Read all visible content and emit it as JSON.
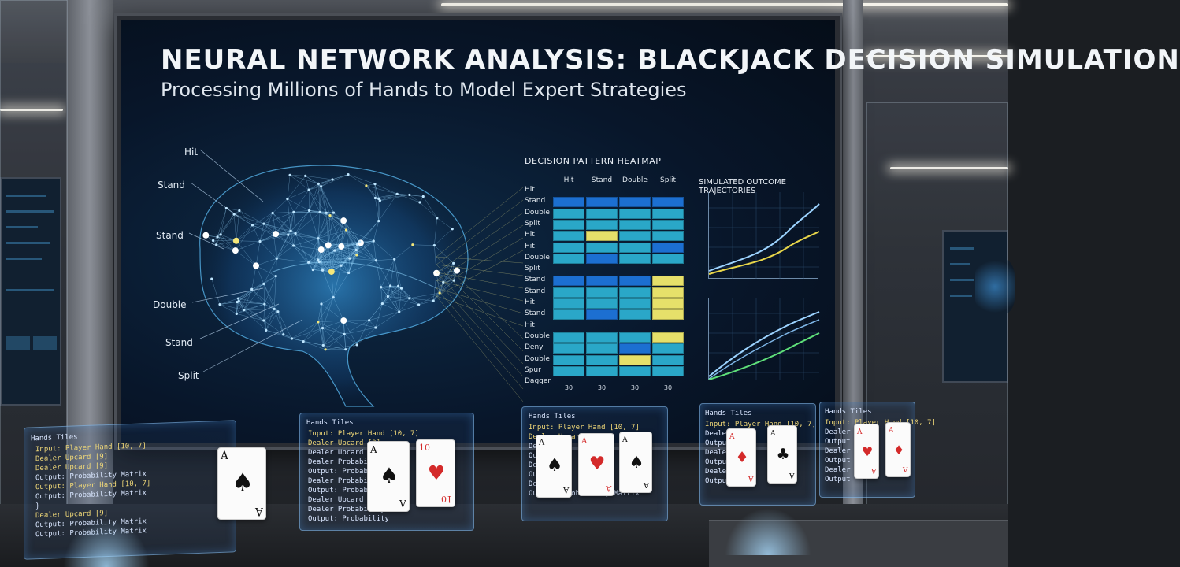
{
  "title": "NEURAL NETWORK ANALYSIS: BLACKJACK DECISION SIMULATION",
  "subtitle": "Processing Millions of Hands to Model Expert Strategies",
  "brain_labels": [
    "Hit",
    "Stand",
    "Stand",
    "Double",
    "Stand",
    "Split"
  ],
  "heatmap": {
    "title": "DECISION PATTERN HEATMAP",
    "columns": [
      "Hit",
      "Stand",
      "Double",
      "Split"
    ],
    "rows": [
      "Hit",
      "Stand",
      "Double",
      "Split",
      "Hit",
      "Hit",
      "Double",
      "Split",
      "Stand",
      "Stand",
      "Hit",
      "Stand",
      "Hit",
      "Double",
      "Deny",
      "Double",
      "Spur",
      "Dagger"
    ],
    "bottom_values": [
      "30",
      "30",
      "30",
      "30"
    ],
    "colors": {
      "low": "#1c6fd1",
      "mid": "#2aa7c8",
      "high": "#e6e06a"
    }
  },
  "trajectories": {
    "title": "SIMULATED OUTCOME TRAJECTORIES",
    "series_colors": [
      "#9cd3ff",
      "#e8d64a",
      "#5fe07a"
    ]
  },
  "holo_panels": [
    {
      "header": "Hands Tiles",
      "lines": [
        "Input: Player Hand [10, 7]",
        "Dealer Upcard [9]",
        "Dealer Upcard [9]",
        "Output: Probability Matrix",
        "Output: Player Hand [10, 7]",
        "Output: Probability Matrix",
        "}",
        "Dealer Upcard [9]",
        "Output: Probability Matrix",
        "Output: Probability Matrix"
      ]
    },
    {
      "header": "Hands Tiles",
      "lines": [
        "Input: Player Hand [10, 7]",
        "Dealer Upcard [9]",
        "Dealer Upcard",
        "Dealer Probability",
        "Output: Probability",
        "Dealer Probability",
        "Output: Probability",
        "Dealer Upcard",
        "Dealer Probability",
        "Output: Probability"
      ]
    },
    {
      "header": "Hands Tiles",
      "lines": [
        "Input: Player Hand [10, 7]",
        "Dealer Upcard [9]",
        "Dealer",
        "Output",
        "Dealer",
        "Output",
        "Dealer",
        "Output: Probability Matrix"
      ]
    },
    {
      "header": "Hands Tiles",
      "lines": [
        "Input: Player Hand [10, 7]",
        "Dealer",
        "Output",
        "Dealer",
        "Output",
        "Dealer",
        "Output"
      ]
    },
    {
      "header": "Hands Tiles",
      "lines": [
        "Input: Player Hand [10, 7]",
        "Dealer",
        "Output",
        "Dealer",
        "Output",
        "Dealer",
        "Output"
      ]
    }
  ],
  "cards": [
    {
      "rank": "A",
      "suit": "♠",
      "color": "black"
    },
    {
      "rank": "A",
      "suit": "♠",
      "color": "black"
    },
    {
      "rank": "10",
      "suit": "♥",
      "color": "red"
    },
    {
      "rank": "A",
      "suit": "♠",
      "color": "black"
    },
    {
      "rank": "A",
      "suit": "♥",
      "color": "red"
    },
    {
      "rank": "A",
      "suit": "♠",
      "color": "black"
    },
    {
      "rank": "A",
      "suit": "♦",
      "color": "red"
    },
    {
      "rank": "A",
      "suit": "♣",
      "color": "black"
    },
    {
      "rank": "A",
      "suit": "♥",
      "color": "red"
    },
    {
      "rank": "A",
      "suit": "♦",
      "color": "red"
    }
  ]
}
